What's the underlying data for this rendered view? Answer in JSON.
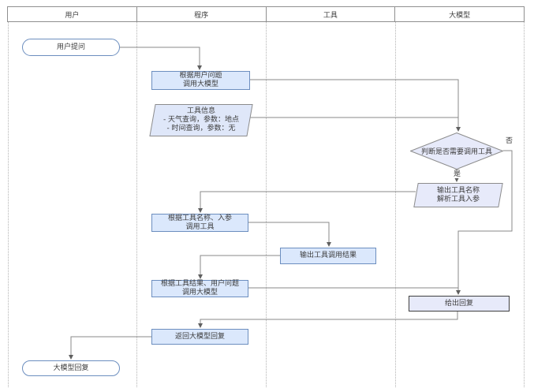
{
  "lanes": [
    {
      "label": "用户"
    },
    {
      "label": "程序"
    },
    {
      "label": "工具"
    },
    {
      "label": "大模型"
    }
  ],
  "nodes": {
    "user_question": {
      "label": "用户提问",
      "shape": "terminator",
      "lane": "用户"
    },
    "call_llm": {
      "label": "根据用户问题\n调用大模型",
      "shape": "process",
      "lane": "程序"
    },
    "tool_info": {
      "label": "工具信息\n- 天气查询，参数：地点\n- 时间查询，参数：无",
      "shape": "parallelogram",
      "lane": "程序"
    },
    "decide_tool": {
      "label": "判断是否需要调用工具",
      "shape": "decision",
      "lane": "大模型"
    },
    "output_tool": {
      "label": "输出工具名称\n解析工具入参",
      "shape": "parallelogram",
      "lane": "大模型"
    },
    "call_tool": {
      "label": "根据工具名称、入参\n调用工具",
      "shape": "process",
      "lane": "程序"
    },
    "tool_result": {
      "label": "输出工具调用结果",
      "shape": "process",
      "lane": "工具"
    },
    "call_llm_with_result": {
      "label": "根据工具结果、用户问题\n调用大模型",
      "shape": "process",
      "lane": "程序"
    },
    "give_reply": {
      "label": "给出回复",
      "shape": "process",
      "lane": "大模型"
    },
    "return_reply": {
      "label": "返回大模型回复",
      "shape": "process",
      "lane": "程序"
    },
    "llm_reply": {
      "label": "大模型回复",
      "shape": "terminator",
      "lane": "用户"
    }
  },
  "edge_labels": {
    "yes": "是",
    "no": "否"
  },
  "colors": {
    "process_fill": "#dbe8fc",
    "process_border": "#6c8ebf",
    "alt_fill": "#e7eafa",
    "alt_border": "#8c8c8c",
    "reply_border": "#3f3f3f",
    "line": "#8a8a8a",
    "lane_border": "#8f8f8f",
    "text": "#3c3c3c"
  }
}
